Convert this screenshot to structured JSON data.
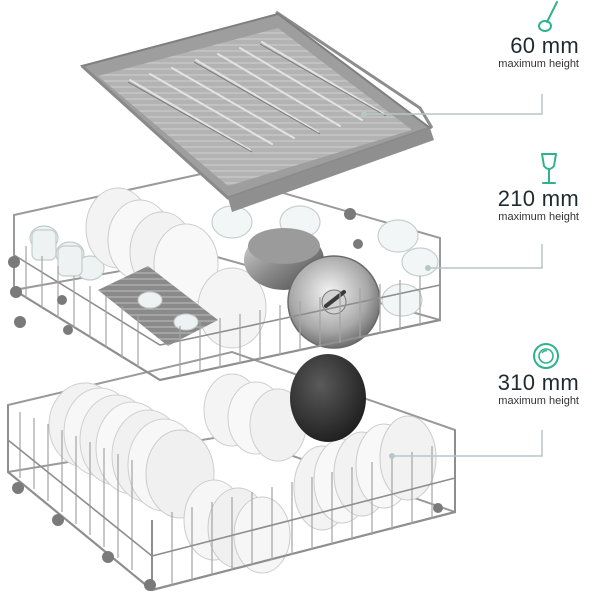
{
  "colors": {
    "accent": "#2fb38a",
    "value_text": "#1f2a30",
    "caption_text": "#333333",
    "leader_line": "#b9c6c6",
    "rack_wire": "#8e8e8e",
    "cutlery_tray": "#9a9a9a"
  },
  "specs": [
    {
      "icon": "ladle-icon",
      "value": "60 mm",
      "caption": "maximum height"
    },
    {
      "icon": "wine-glass-icon",
      "value": "210 mm",
      "caption": "maximum height"
    },
    {
      "icon": "plate-icon",
      "value": "310 mm",
      "caption": "maximum height"
    }
  ]
}
